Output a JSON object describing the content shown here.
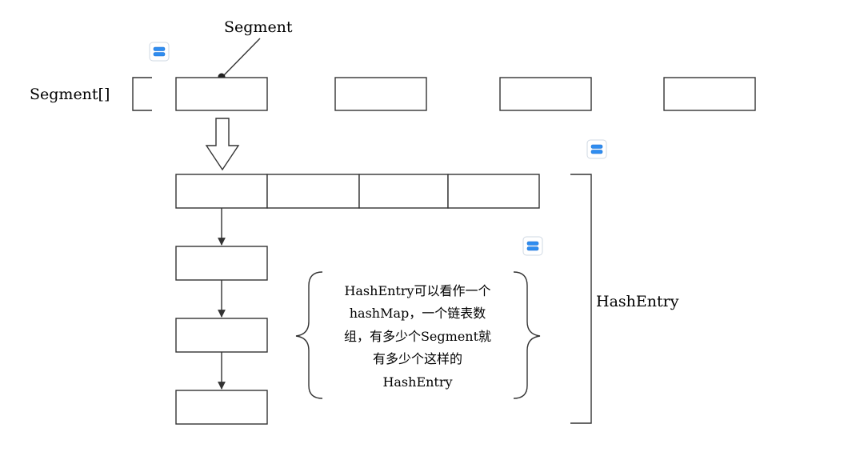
{
  "labels": {
    "segment": "Segment",
    "segment_array": "Segment[]",
    "hash_entry": "HashEntry"
  },
  "note_lines": [
    "HashEntry可以看作一个",
    "hashMap，一个链表数",
    "组，有多少个Segment就",
    "有多少个这样的",
    "HashEntry"
  ],
  "icons": [
    "list-icon",
    "list-icon",
    "list-icon"
  ],
  "colors": {
    "stroke": "#333333",
    "icon_accent": "#2f8df0"
  }
}
